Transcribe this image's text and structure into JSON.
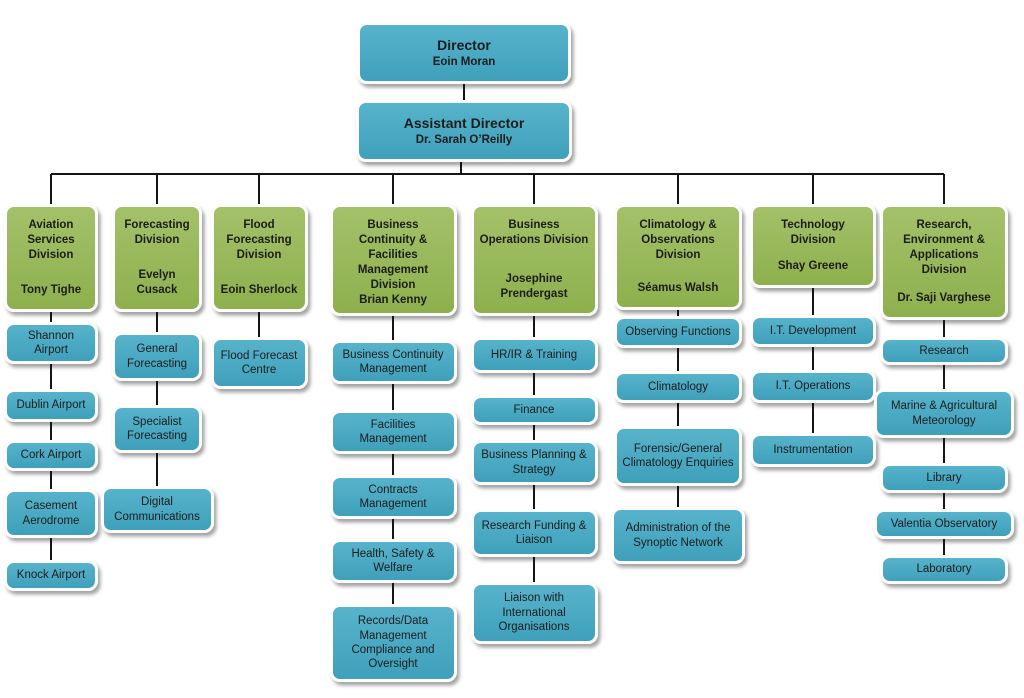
{
  "orgchart": {
    "director": {
      "title": "Director",
      "name": "Eoin Moran"
    },
    "assistant_director": {
      "title": "Assistant Director",
      "name": "Dr. Sarah O’Reilly"
    },
    "divisions": [
      {
        "title": "Aviation Services Division",
        "head": "Tony Tighe",
        "children": [
          "Shannon Airport",
          "Dublin Airport",
          "Cork Airport",
          "Casement Aerodrome",
          "Knock Airport"
        ]
      },
      {
        "title": "Forecasting Division",
        "head": "Evelyn Cusack",
        "children": [
          "General Forecasting",
          "Specialist Forecasting",
          "Digital Communications"
        ]
      },
      {
        "title": "Flood Forecasting Division",
        "head": "Eoin Sherlock",
        "children": [
          "Flood Forecast Centre"
        ]
      },
      {
        "title": "Business Continuity & Facilities Management Division",
        "head": "Brian Kenny",
        "children": [
          "Business Continuity Management",
          "Facilities Management",
          "Contracts Management",
          "Health, Safety & Welfare",
          "Records/Data Management Compliance and Oversight"
        ]
      },
      {
        "title": "Business Operations Division",
        "head": "Josephine Prendergast",
        "children": [
          "HR/IR & Training",
          "Finance",
          "Business Planning & Strategy",
          "Research Funding & Liaison",
          "Liaison with International Organisations"
        ]
      },
      {
        "title": "Climatology & Observations Division",
        "head": "Séamus Walsh",
        "children": [
          "Observing Functions",
          "Climatology",
          "Forensic/General Climatology Enquiries",
          "Administration of the Synoptic Network"
        ]
      },
      {
        "title": "Technology Division",
        "head": "Shay Greene",
        "children": [
          "I.T. Development",
          "I.T. Operations",
          "Instrumentation"
        ]
      },
      {
        "title": "Research, Environment & Applications Division",
        "head": "Dr. Saji Varghese",
        "children": [
          "Research",
          "Marine & Agricultural Meteorology",
          "Library",
          "Valentia Observatory",
          "Laboratory"
        ]
      }
    ],
    "colors": {
      "division_fill": "#9BBB59",
      "unit_fill": "#4BACC6",
      "connector": "#151515",
      "background": "#FFFFFF"
    }
  }
}
